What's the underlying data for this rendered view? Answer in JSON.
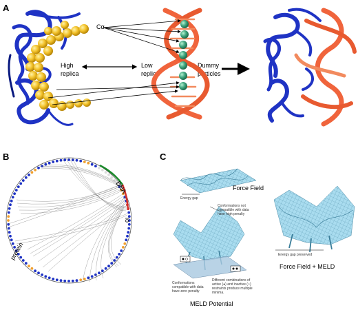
{
  "panels": {
    "a": {
      "letter": "A",
      "calpha_label": "Cα",
      "high_replica": "High\nreplica",
      "low_replica": "Low\nreplica",
      "dummy_particles": "Dummy\nparticles"
    },
    "b": {
      "letter": "B",
      "dna_label": "DNA",
      "protein_label": "protein",
      "io_label": "io"
    },
    "c": {
      "letter": "C",
      "force_field": "Force Field",
      "energy_gap": "Energy gap",
      "conf_not_compatible": "Conformations not\ncompatible with data\nhave high penalty",
      "conf_compatible": "Conformations\ncompatible with data\nhave zero penalty",
      "restraints_note": "Different combinations of\nactive (●) and inactive (○)\nrestraints produce multiple\nminima.",
      "energy_gap_preserved": "Energy gap preserved",
      "force_field_meld": "Force Field + MELD",
      "meld_potential": "MELD Potential"
    }
  },
  "colors": {
    "protein": "#1f33c4",
    "dna": "#f0643c",
    "sphere_yellow": "#f3c22a",
    "sphere_green": "#3fa57e",
    "surface": "#9fd6ea",
    "chord": "#555555"
  }
}
